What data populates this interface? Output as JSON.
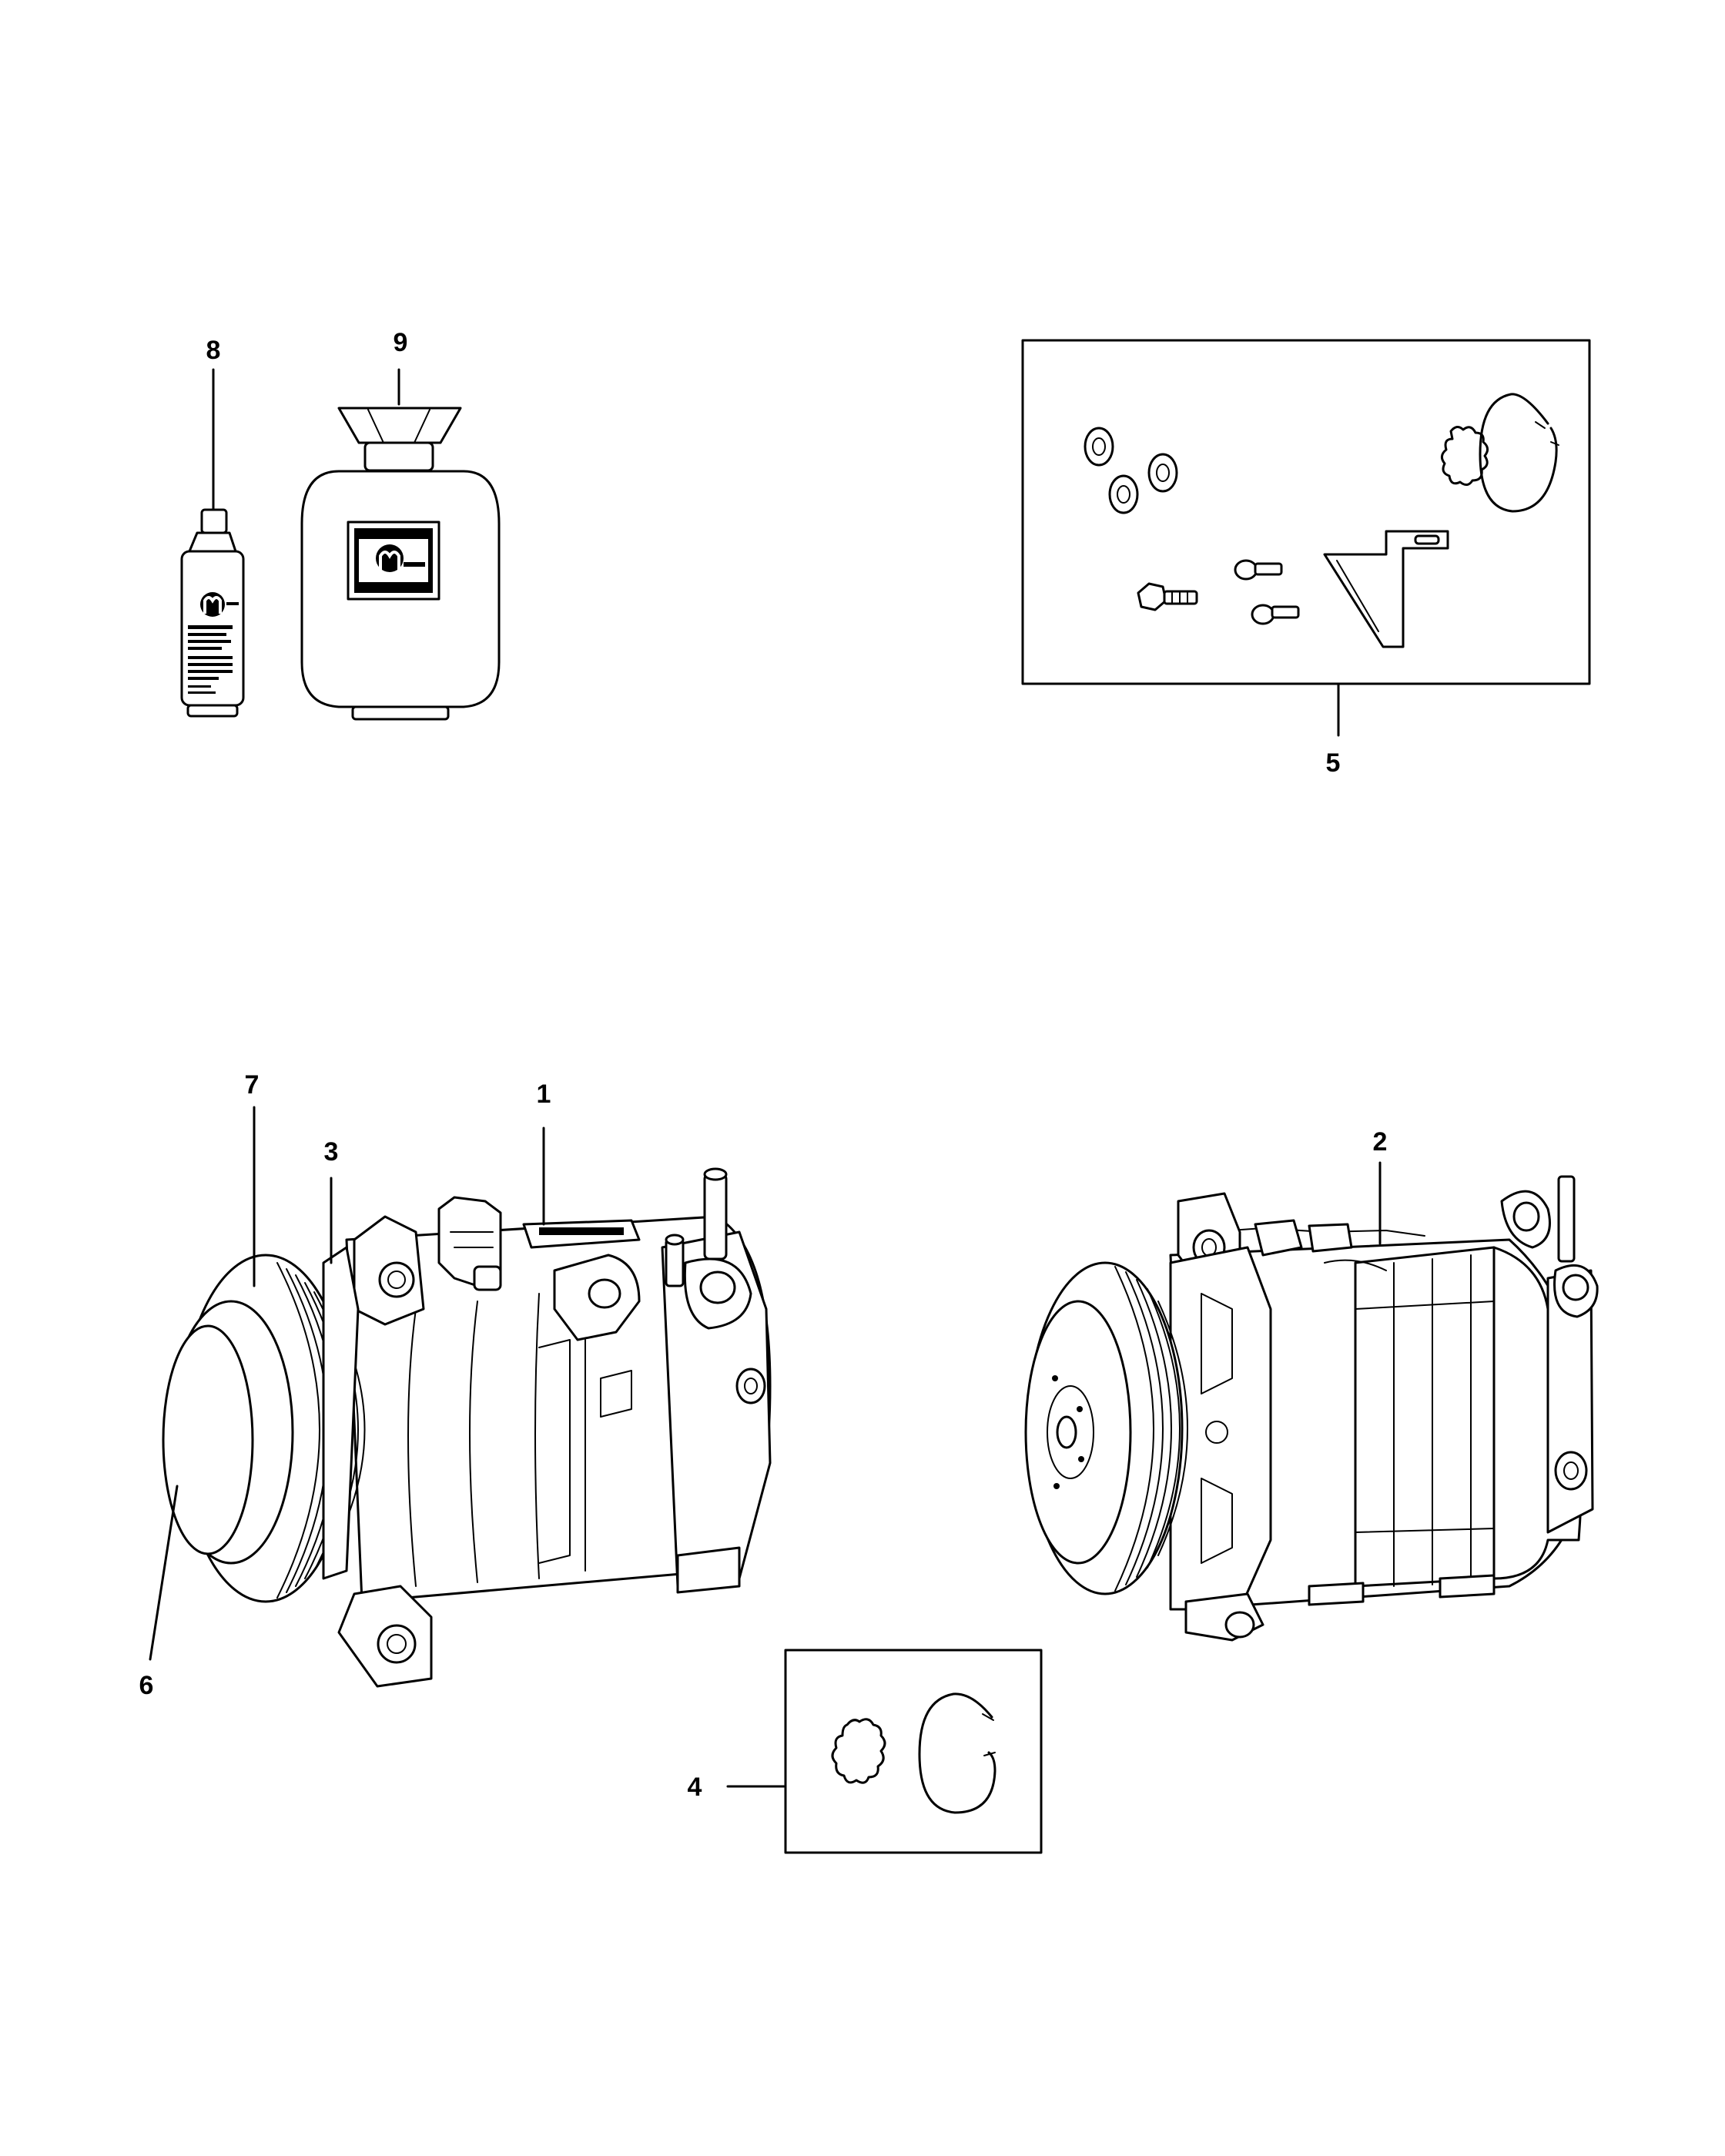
{
  "callouts": {
    "c1": "1",
    "c2": "2",
    "c3": "3",
    "c4": "4",
    "c5": "5",
    "c6": "6",
    "c7": "7",
    "c8": "8",
    "c9": "9"
  },
  "logos": {
    "bottle_brand": "MOPAR",
    "cylinder_brand": "MOPAR"
  }
}
